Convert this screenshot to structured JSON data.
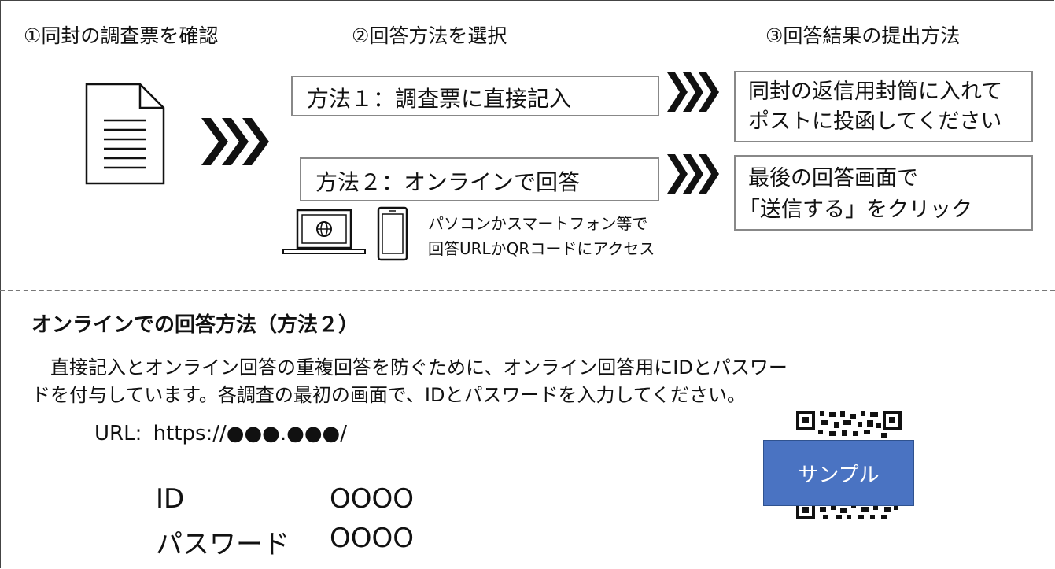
{
  "steps": {
    "step1": "①同封の調査票を確認",
    "step2": "②回答方法を選択",
    "step3": "③回答結果の提出方法"
  },
  "methods": {
    "method1": "方法１：調査票に直接記入",
    "method2": "方法２：オンラインで回答"
  },
  "results": {
    "result1_line1": "同封の返信用封筒に入れて",
    "result1_line2": "ポストに投函してください",
    "result2_line1": "最後の回答画面で",
    "result2_line2": "「送信する」をクリック"
  },
  "devices": {
    "note_line1": "パソコンかスマートフォン等で",
    "note_line2": "回答URLかQRコードにアクセス"
  },
  "online": {
    "heading": "オンラインでの回答方法（方法２）",
    "para_line1": "直接記入とオンライン回答の重複回答を防ぐために、オンライン回答用にIDとパスワー",
    "para_line2": "ドを付与しています。各調査の最初の画面で、IDとパスワードを入力してください。",
    "url_label": "URL:",
    "url_value": "https://●●●.●●●/",
    "id_label": "ID",
    "id_value": "OOOO",
    "password_label": "パスワード",
    "password_value": "OOOO",
    "qr_sample_label": "サンプル"
  },
  "colors": {
    "sample_fill": "#4a73c2",
    "border_gray": "#888888"
  },
  "icons": [
    "document-icon",
    "chevron-right-icon",
    "laptop-icon",
    "smartphone-icon",
    "qr-code-icon"
  ]
}
